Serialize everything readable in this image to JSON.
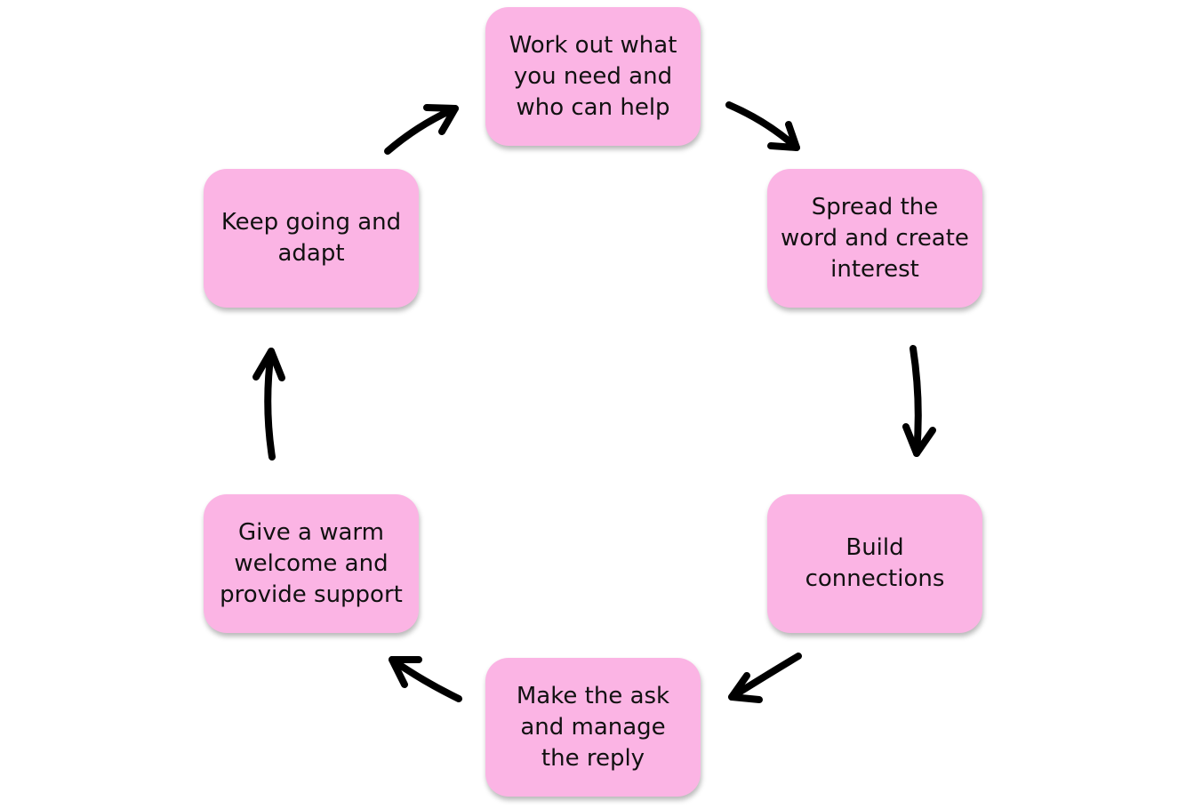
{
  "diagram": {
    "type": "cycle",
    "colors": {
      "node_fill": "#fbb4e4",
      "arrow": "#000000",
      "text": "#111111",
      "background": "#ffffff"
    },
    "steps": [
      {
        "label": "Work out what you need and who can help"
      },
      {
        "label": "Spread the word and create interest"
      },
      {
        "label": "Build connections"
      },
      {
        "label": "Make the ask and manage the reply"
      },
      {
        "label": "Give a warm welcome and provide support"
      },
      {
        "label": "Keep going and adapt"
      }
    ],
    "flow": [
      {
        "from": 0,
        "to": 1
      },
      {
        "from": 1,
        "to": 2
      },
      {
        "from": 2,
        "to": 3
      },
      {
        "from": 3,
        "to": 4
      },
      {
        "from": 4,
        "to": 5
      },
      {
        "from": 5,
        "to": 0
      }
    ]
  }
}
